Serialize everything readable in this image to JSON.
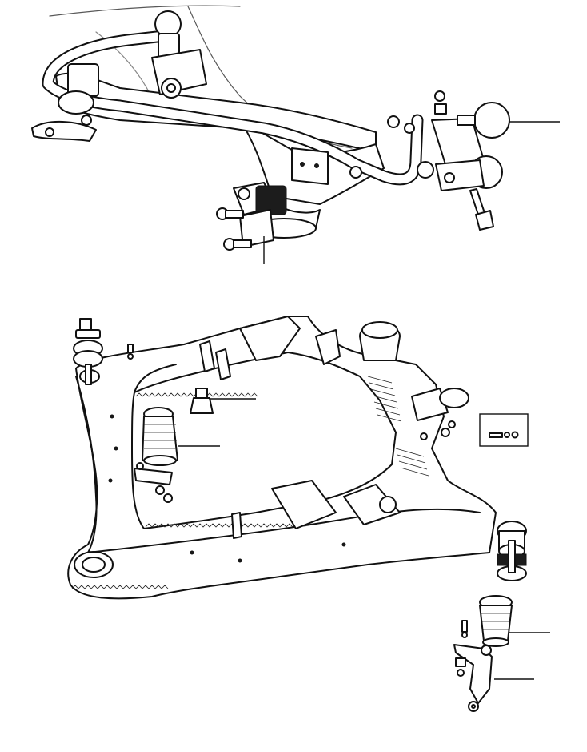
{
  "diagram": {
    "title": "",
    "parts": [
      {
        "id": "stabilizer-bar"
      },
      {
        "id": "stabilizer-link"
      },
      {
        "id": "stabilizer-bracket-bushing"
      },
      {
        "id": "front-subframe"
      },
      {
        "id": "rubber-bump-stop"
      },
      {
        "id": "auxiliary-spring-rear"
      },
      {
        "id": "mounting-hardware-kit"
      },
      {
        "id": "subframe-mount-bushing"
      },
      {
        "id": "auxiliary-spring-front"
      },
      {
        "id": "spring-bracket"
      }
    ]
  }
}
